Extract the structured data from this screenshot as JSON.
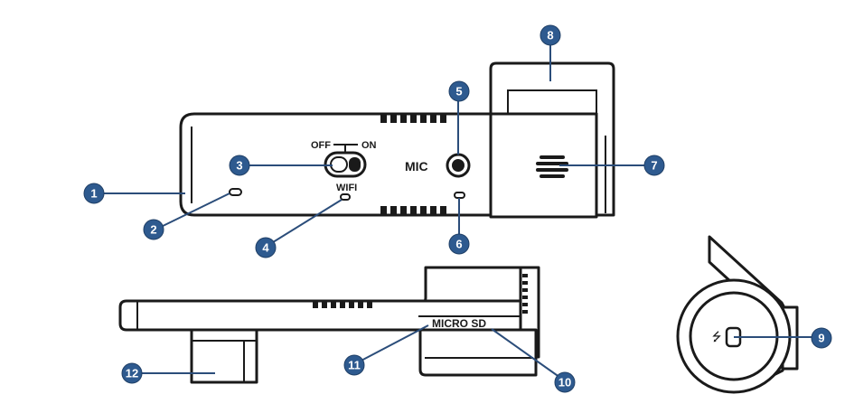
{
  "labels": {
    "off": "OFF",
    "on": "ON",
    "wifi": "WIFI",
    "mic": "MIC",
    "micro_sd": "MICRO SD"
  },
  "callouts": [
    "1",
    "2",
    "3",
    "4",
    "5",
    "6",
    "7",
    "8",
    "9",
    "10",
    "11",
    "12"
  ],
  "colors": {
    "badge": "#2e5a8f",
    "leader": "#2b4d7a",
    "outline": "#1a1a1a"
  }
}
